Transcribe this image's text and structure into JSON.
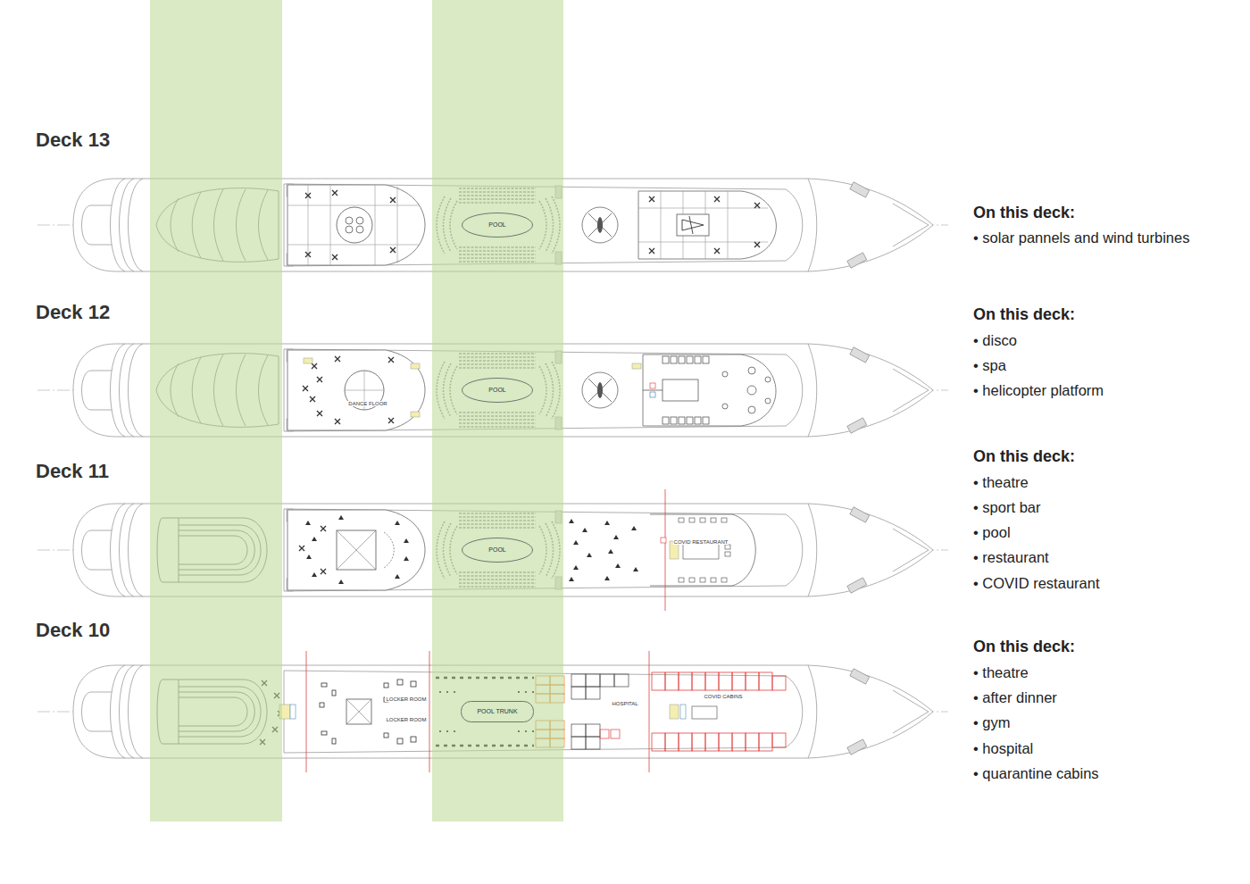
{
  "diagram": {
    "nodes": [
      {
        "text": [
          "POOL"
        ]
      },
      {
        "text": [
          "POOL"
        ]
      },
      {
        "text": [
          "POOL"
        ]
      },
      {
        "text": [
          "POOL TRUNK"
        ]
      }
    ],
    "labels": [
      "Deck 13",
      "On this deck:",
      "• solar pannels and wind turbines",
      "Deck 12",
      "On this deck:",
      "• disco",
      "• spa",
      "• helicopter platform",
      "Deck 11",
      "On this deck:",
      "• theatre",
      "• sport bar",
      "• pool",
      "• restaurant",
      "• COVID restaurant",
      "Deck 10",
      "On this deck:",
      "• theatre",
      "• after dinner",
      "• gym",
      "• hospital",
      "• quarantine cabins",
      "COVID RESTAURANT",
      "HOSPITAL",
      "COVID CABINS",
      "LOCKER ROOM",
      "LOCKER ROOM",
      "DANCE FLOOR"
    ]
  }
}
